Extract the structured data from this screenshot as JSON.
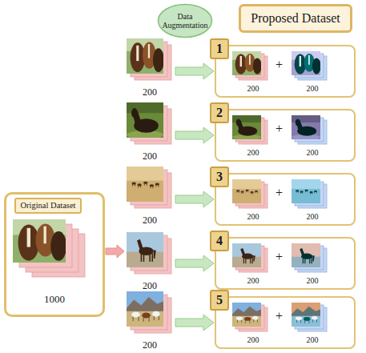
{
  "diagram": {
    "nodes": [
      {
        "text": [
          "Data Augmentation"
        ]
      },
      {
        "text": [
          "Proposed Dataset"
        ]
      },
      {
        "text": [
          "1000"
        ]
      },
      {
        "text": [
          "Original Dataset"
        ],
        "in": 2
      },
      {
        "text": [
          "200"
        ]
      },
      {
        "text": [
          "200"
        ]
      },
      {
        "text": [
          "200"
        ]
      },
      {
        "text": [
          "200"
        ]
      },
      {
        "text": [
          "200"
        ]
      },
      {
        "text": [
          "+"
        ]
      },
      {
        "text": [
          "1"
        ],
        "in": 9
      },
      {
        "text": [
          "200"
        ],
        "in": 9
      },
      {
        "text": [
          "200"
        ],
        "in": 9
      },
      {
        "text": [
          "+"
        ]
      },
      {
        "text": [
          "2"
        ],
        "in": 13
      },
      {
        "text": [
          "200"
        ],
        "in": 13
      },
      {
        "text": [
          "200"
        ],
        "in": 13
      },
      {
        "text": [
          "+"
        ]
      },
      {
        "text": [
          "3"
        ],
        "in": 17
      },
      {
        "text": [
          "200"
        ],
        "in": 17
      },
      {
        "text": [
          "200"
        ],
        "in": 17
      },
      {
        "text": [
          "+"
        ]
      },
      {
        "text": [
          "4"
        ],
        "in": 21
      },
      {
        "text": [
          "200"
        ],
        "in": 21
      },
      {
        "text": [
          "200"
        ],
        "in": 21
      },
      {
        "text": [
          "+"
        ]
      },
      {
        "text": [
          "5"
        ],
        "in": 25
      },
      {
        "text": [
          "200"
        ],
        "in": 25
      },
      {
        "text": [
          "200"
        ],
        "in": 25
      }
    ],
    "edges": [
      {
        "from": 2,
        "to": 7,
        "arrow": "to"
      },
      {
        "from": 4,
        "to": 9,
        "arrow": "to"
      },
      {
        "from": 5,
        "to": 13,
        "arrow": "to"
      },
      {
        "from": 6,
        "to": 17,
        "arrow": "to"
      },
      {
        "from": 7,
        "to": 21,
        "arrow": "to"
      },
      {
        "from": 8,
        "to": 25,
        "arrow": "to"
      }
    ]
  }
}
